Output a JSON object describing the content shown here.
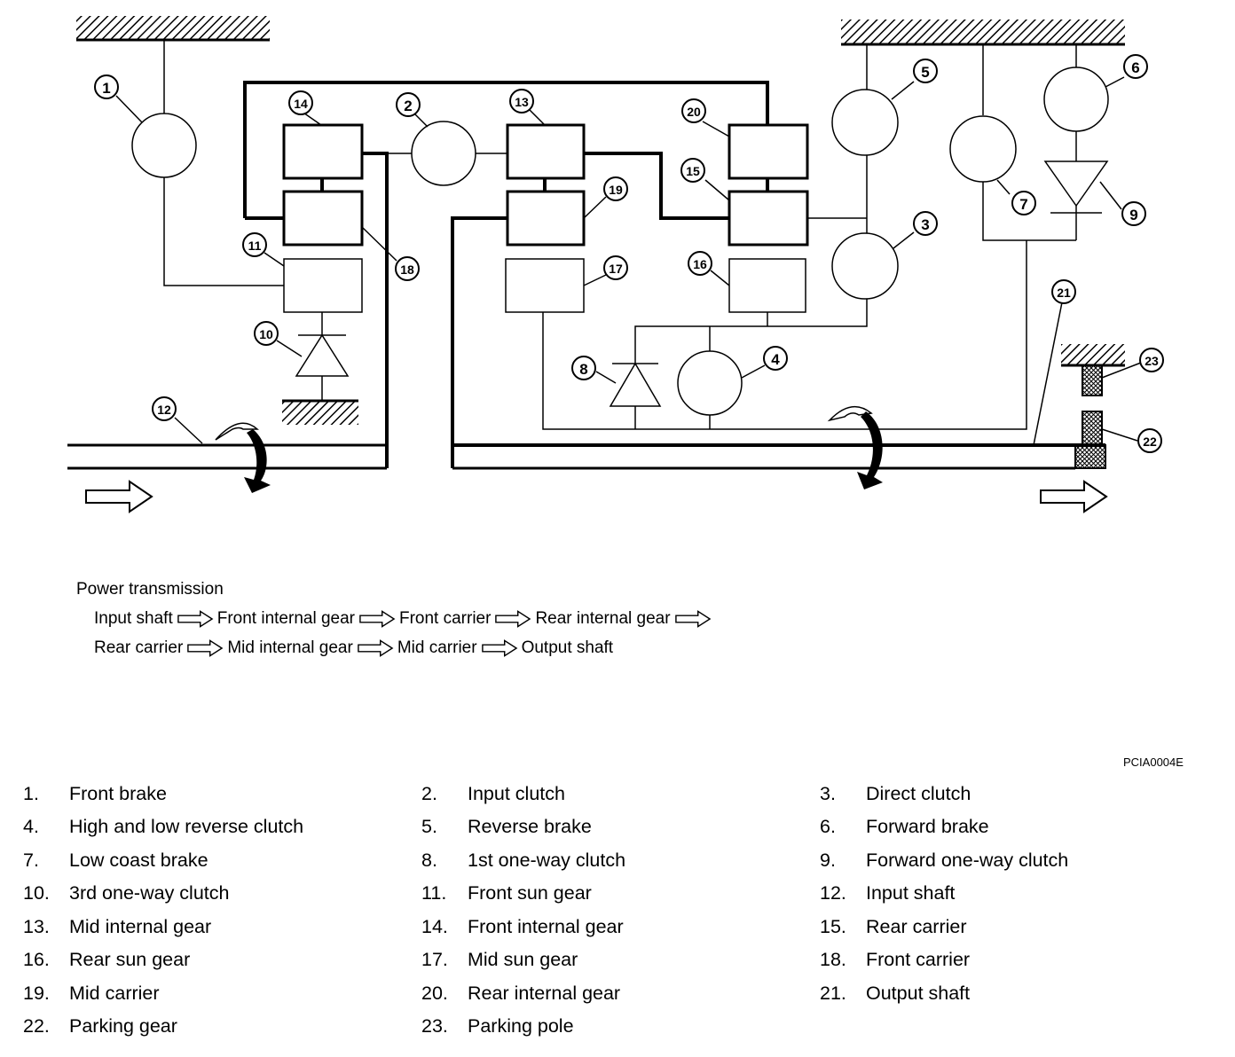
{
  "badges": [
    {
      "id": "b1",
      "label": "1"
    },
    {
      "id": "b2",
      "label": "2"
    },
    {
      "id": "b3",
      "label": "3"
    },
    {
      "id": "b4",
      "label": "4"
    },
    {
      "id": "b5",
      "label": "5"
    },
    {
      "id": "b6",
      "label": "6"
    },
    {
      "id": "b7",
      "label": "7"
    },
    {
      "id": "b8",
      "label": "8"
    },
    {
      "id": "b9",
      "label": "9"
    },
    {
      "id": "b10",
      "label": "10"
    },
    {
      "id": "b11",
      "label": "11"
    },
    {
      "id": "b12",
      "label": "12"
    },
    {
      "id": "b13",
      "label": "13"
    },
    {
      "id": "b14",
      "label": "14"
    },
    {
      "id": "b15",
      "label": "15"
    },
    {
      "id": "b16",
      "label": "16"
    },
    {
      "id": "b17",
      "label": "17"
    },
    {
      "id": "b18",
      "label": "18"
    },
    {
      "id": "b19",
      "label": "19"
    },
    {
      "id": "b20",
      "label": "20"
    },
    {
      "id": "b21",
      "label": "21"
    },
    {
      "id": "b22",
      "label": "22"
    },
    {
      "id": "b23",
      "label": "23"
    }
  ],
  "power": {
    "title": "Power transmission",
    "row1": [
      "Input shaft",
      "Front internal gear",
      "Front carrier",
      "Rear internal gear"
    ],
    "row2": [
      "Rear carrier",
      "Mid internal gear",
      "Mid carrier",
      "Output shaft"
    ]
  },
  "figure_code": "PCIA0004E",
  "legend": [
    {
      "num": "1.",
      "text": "Front brake"
    },
    {
      "num": "2.",
      "text": "Input clutch"
    },
    {
      "num": "3.",
      "text": "Direct clutch"
    },
    {
      "num": "4.",
      "text": "High and low reverse clutch"
    },
    {
      "num": "5.",
      "text": "Reverse brake"
    },
    {
      "num": "6.",
      "text": "Forward brake"
    },
    {
      "num": "7.",
      "text": "Low coast brake"
    },
    {
      "num": "8.",
      "text": "1st one-way clutch"
    },
    {
      "num": "9.",
      "text": "Forward one-way clutch"
    },
    {
      "num": "10.",
      "text": "3rd one-way clutch"
    },
    {
      "num": "11.",
      "text": "Front sun gear"
    },
    {
      "num": "12.",
      "text": "Input shaft"
    },
    {
      "num": "13.",
      "text": "Mid internal gear"
    },
    {
      "num": "14.",
      "text": "Front internal gear"
    },
    {
      "num": "15.",
      "text": "Rear carrier"
    },
    {
      "num": "16.",
      "text": "Rear sun gear"
    },
    {
      "num": "17.",
      "text": "Mid sun gear"
    },
    {
      "num": "18.",
      "text": "Front carrier"
    },
    {
      "num": "19.",
      "text": "Mid carrier"
    },
    {
      "num": "20.",
      "text": "Rear internal gear"
    },
    {
      "num": "21.",
      "text": "Output shaft"
    },
    {
      "num": "22.",
      "text": "Parking gear"
    },
    {
      "num": "23.",
      "text": "Parking pole"
    }
  ]
}
